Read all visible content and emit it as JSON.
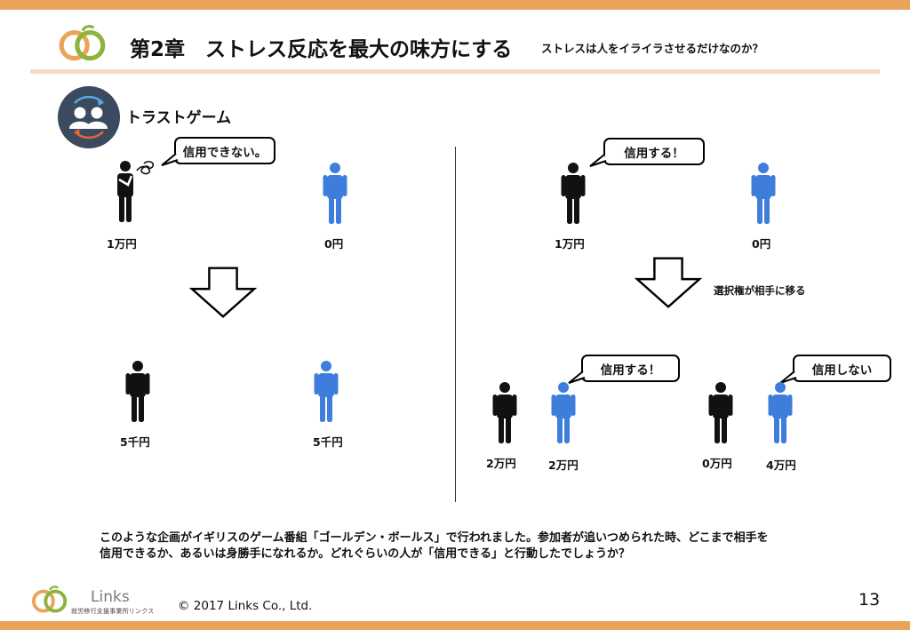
{
  "header": {
    "title": "第2章　ストレス反応を最大の味方にする",
    "subtitle": "ストレスは人をイライラさせるだけなのか？"
  },
  "section": {
    "title": "トラストゲーム"
  },
  "left_panel": {
    "bubble": "信用できない。",
    "top_labels": [
      "1万円",
      "0円"
    ],
    "bottom_labels": [
      "5千円",
      "5千円"
    ]
  },
  "right_panel": {
    "bubble_top": "信用する！",
    "top_labels": [
      "1万円",
      "0円"
    ],
    "arrow_caption": "選択権が相手に移る",
    "bubble_left": "信用する！",
    "bubble_right": "信用しない",
    "left_labels": [
      "2万円",
      "2万円"
    ],
    "right_labels": [
      "0万円",
      "4万円"
    ]
  },
  "body": {
    "line1": "このような企画がイギリスのゲーム番組「ゴールデン・ボールス」で行われました。参加者が追いつめられた時、どこまで相手を",
    "line2": "信用できるか、あるいは身勝手になれるか。どれぐらいの人が「信用できる」と行動したでしょうか？"
  },
  "footer": {
    "logo_text": "Links",
    "logo_sub": "就労移行支援事業所リンクス",
    "copyright": "© 2017 Links Co., Ltd.",
    "page_number": "13"
  },
  "colors": {
    "accent": "#e9a45a",
    "person_black": "#111111",
    "person_blue": "#3f7ddc",
    "icon_bg": "#3b4a5e"
  }
}
